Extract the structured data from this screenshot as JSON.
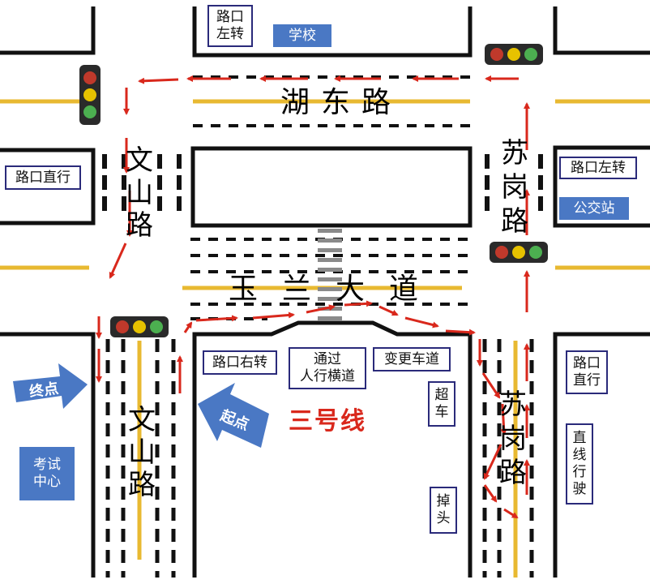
{
  "roads": {
    "hudong": "湖东路",
    "wenshan_north": "文山路",
    "wenshan_south": "文山路",
    "sugang_north": "苏岗路",
    "sugang_south": "苏岗路",
    "yulan": "玉兰大道"
  },
  "labels": {
    "turn_left_top": "路口\n左转",
    "school": "学校",
    "straight_west": "路口直行",
    "turn_left_east": "路口左转",
    "bus_stop": "公交站",
    "turn_right": "路口右转",
    "crosswalk": "通过\n人行横道",
    "change_lane": "变更车道",
    "overtake": "超\n车",
    "u_turn": "掉\n头",
    "straight_east": "路口\n直行",
    "straight_drive": "直\n线\n行\n驶",
    "exam_center": "考试\n中心"
  },
  "markers": {
    "end": "终点",
    "start": "起点"
  },
  "title": "三号线",
  "colors": {
    "road_edge": "#111111",
    "center_line": "#e8b931",
    "route_arrow": "#d9281c",
    "marker_blue": "#4a78c4",
    "light_red": "#c0392b",
    "light_yellow": "#e6c200",
    "light_green": "#4caf50",
    "light_housing": "#2a2a2a"
  },
  "traffic_lights": [
    {
      "name": "northwest-traffic-light",
      "orientation": "vertical"
    },
    {
      "name": "northeast-traffic-light",
      "orientation": "horizontal"
    },
    {
      "name": "east-mid-traffic-light",
      "orientation": "horizontal"
    },
    {
      "name": "southwest-traffic-light",
      "orientation": "horizontal"
    }
  ]
}
